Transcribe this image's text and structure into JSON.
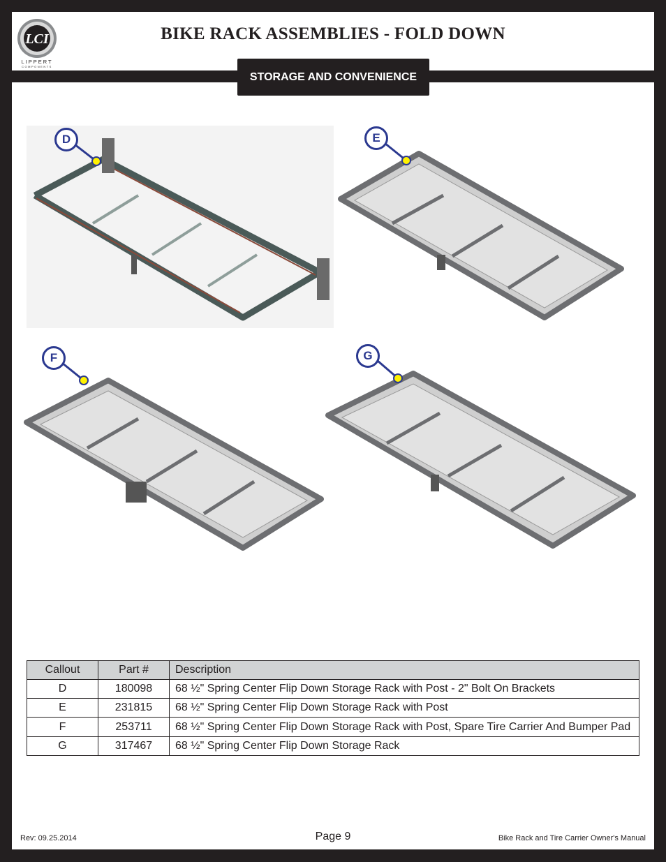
{
  "header": {
    "title": "BIKE RACK ASSEMBLIES - FOLD DOWN",
    "logo_text": "LIPPERT",
    "logo_subtext": "COMPONENTS"
  },
  "section_badge": "STORAGE AND CONVENIENCE",
  "callouts": {
    "d": "D",
    "e": "E",
    "f": "F",
    "g": "G"
  },
  "table": {
    "headers": [
      "Callout",
      "Part #",
      "Description"
    ],
    "rows": [
      {
        "callout": "D",
        "part": "180098",
        "description": "68 ½\" Spring Center Flip Down Storage Rack with Post - 2\" Bolt On Brackets"
      },
      {
        "callout": "E",
        "part": "231815",
        "description": "68 ½\" Spring Center Flip Down Storage Rack with Post"
      },
      {
        "callout": "F",
        "part": "253711",
        "description": "68 ½\" Spring Center Flip Down Storage Rack with Post, Spare Tire Carrier And Bumper Pad"
      },
      {
        "callout": "G",
        "part": "317467",
        "description": "68 ½\" Spring Center Flip Down Storage Rack"
      }
    ]
  },
  "footer": {
    "rev": "Rev: 09.25.2014",
    "page": "Page 9",
    "manual": "Bike Rack and Tire Carrier Owner's Manual"
  },
  "colors": {
    "frame": "#231f20",
    "callout_ring": "#2b3990",
    "callout_dot": "#fff200",
    "table_header": "#d1d3d4"
  }
}
